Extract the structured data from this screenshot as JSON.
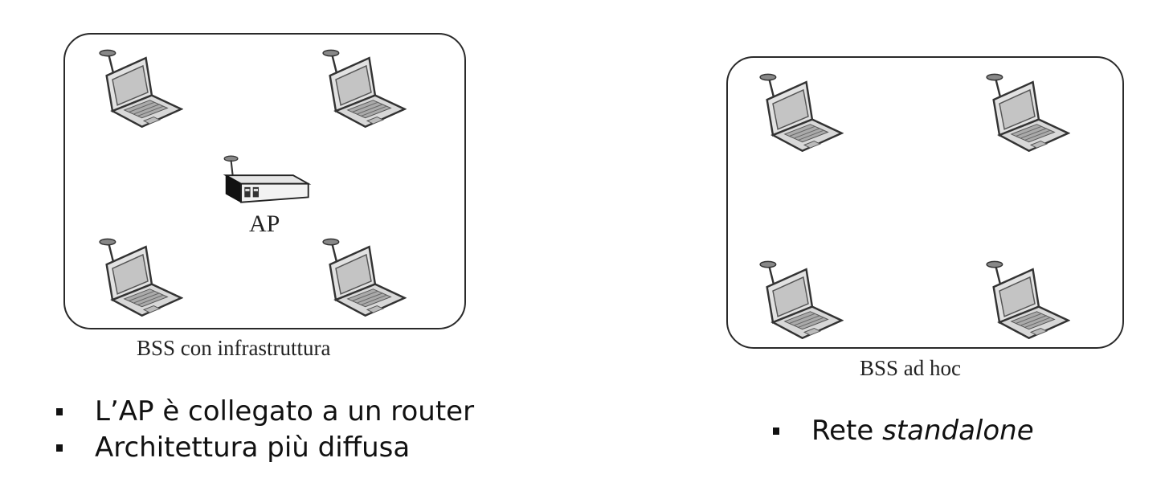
{
  "infrastructure_bss": {
    "caption": "BSS con infrastruttura",
    "ap_label": "AP",
    "bullets": [
      "L’AP è collegato a un router",
      "Architettura più diffusa"
    ]
  },
  "adhoc_bss": {
    "caption": "BSS ad hoc",
    "bullet_prefix": "Rete ",
    "bullet_emphasis": "standalone"
  },
  "icons": {
    "station": "laptop-with-antenna-icon",
    "access_point": "access-point-icon"
  },
  "colors": {
    "border": "#2a2a2a",
    "text": "#111111",
    "laptop_body": "#e6e6e6",
    "laptop_screen": "#c9c9c9"
  }
}
